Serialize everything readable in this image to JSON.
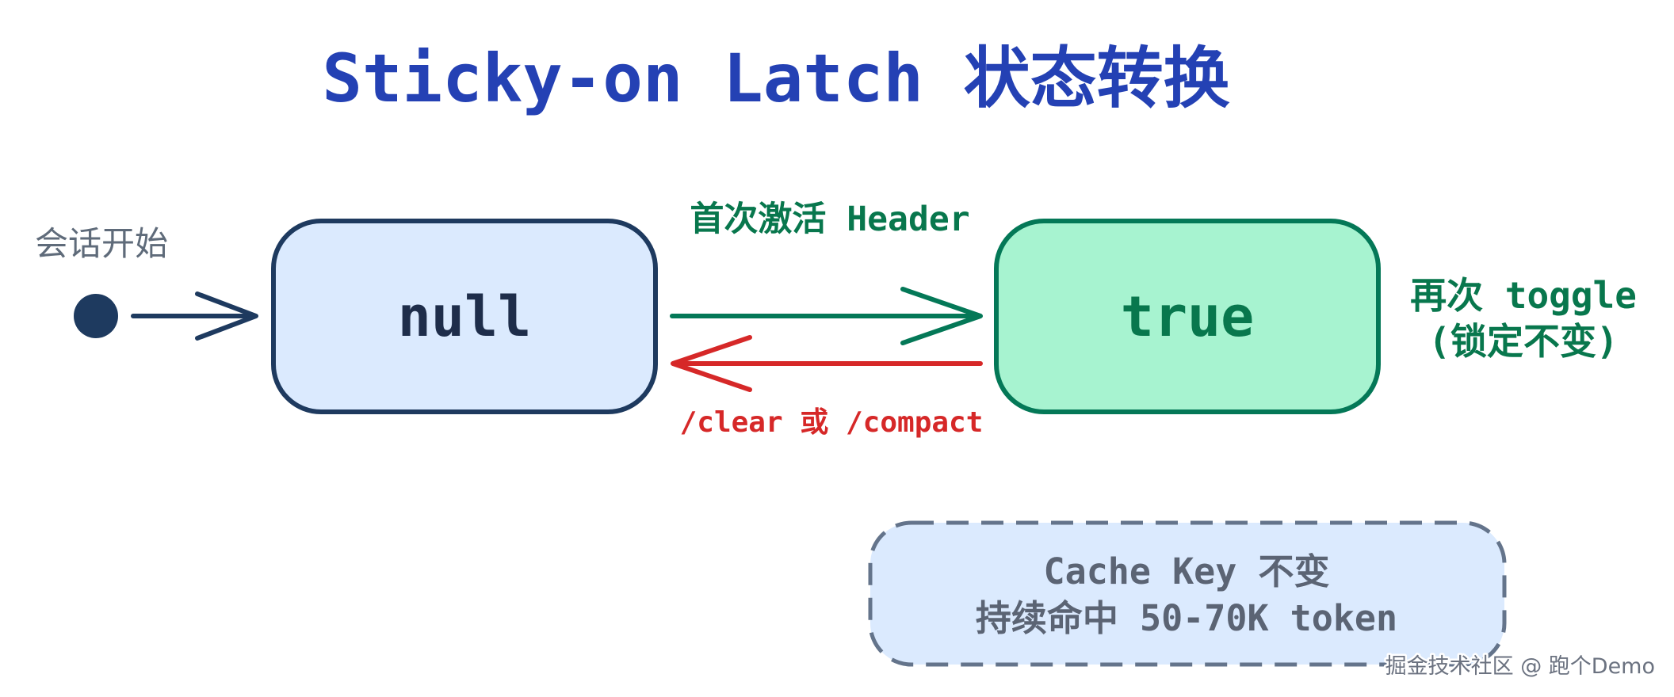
{
  "title": "Sticky-on Latch 状态转换",
  "start_label": "会话开始",
  "states": [
    {
      "label": "null"
    },
    {
      "label": "true"
    }
  ],
  "transitions": {
    "activate_label": "首次激活 Header",
    "reset_label": "/clear 或 /compact",
    "self_toggle_lines": [
      "再次 toggle",
      "(锁定不变)"
    ]
  },
  "note": {
    "lines": [
      "Cache Key 不变",
      "持续命中 50-70K token"
    ]
  },
  "watermark": "掘金技术社区 @ 跑个Demo",
  "colors": {
    "title": "#2441b4",
    "navy": "#1e3a5f",
    "null_fill": "#dbeafe",
    "true_fill": "#a7f3d0",
    "green": "#047857",
    "red": "#d62828",
    "note_border": "#64748b"
  }
}
